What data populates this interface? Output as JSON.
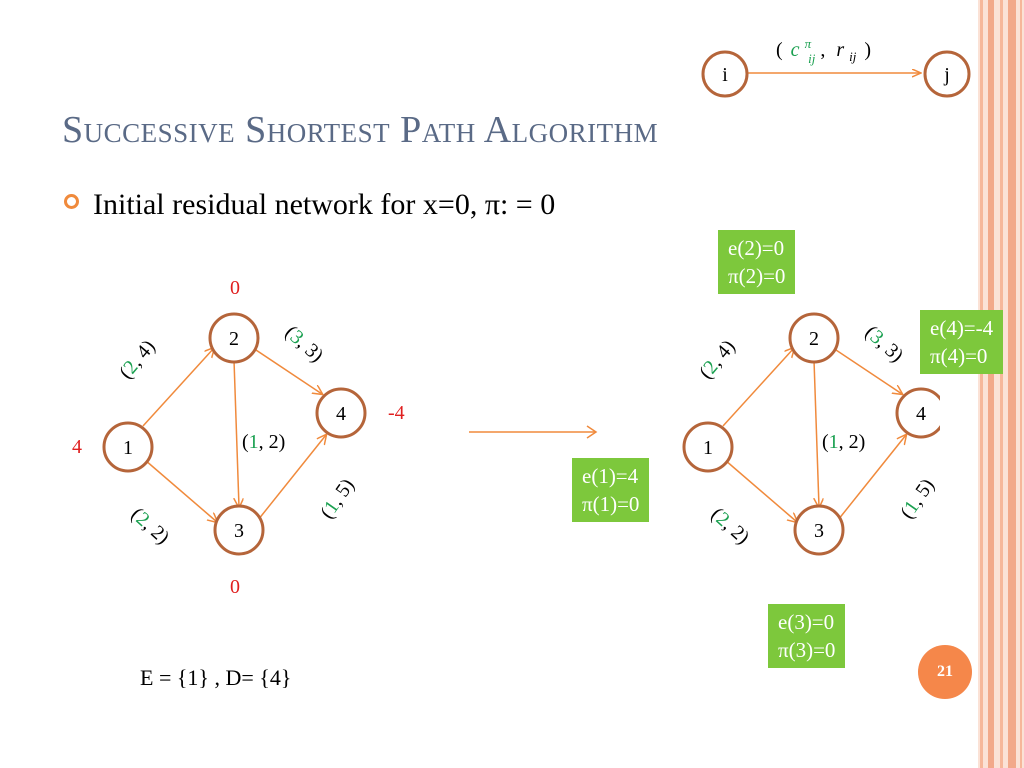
{
  "title": "Successive Shortest Path Algorithm",
  "bullet": "Initial residual network for x=0, π: = 0",
  "legend": {
    "node_i": "i",
    "node_j": "j",
    "open": "(",
    "c": "c",
    "c_sup": "π",
    "c_sub": "ij",
    "comma": ",",
    "r": "r",
    "r_sub": "ij",
    "close": ")"
  },
  "left_graph": {
    "nodes": [
      "1",
      "2",
      "3",
      "4"
    ],
    "supplies": {
      "n1": "4",
      "n2": "0",
      "n3": "0",
      "n4": "-4"
    },
    "edges": {
      "e12": {
        "cost": "2",
        "cap": "4"
      },
      "e24": {
        "cost": "3",
        "cap": "3"
      },
      "e23": {
        "cost": "1",
        "cap": "2"
      },
      "e13": {
        "cost": "2",
        "cap": "2"
      },
      "e34": {
        "cost": "1",
        "cap": "5"
      }
    }
  },
  "right_graph": {
    "nodes": [
      "1",
      "2",
      "3",
      "4"
    ],
    "edges": {
      "e12": {
        "cost": "2",
        "cap": "4"
      },
      "e24": {
        "cost": "3",
        "cap": "3"
      },
      "e23": {
        "cost": "1",
        "cap": "2"
      },
      "e13": {
        "cost": "2",
        "cap": "2"
      },
      "e34": {
        "cost": "1",
        "cap": "5"
      }
    }
  },
  "info_boxes": {
    "n2": {
      "e": "e(2)=0",
      "pi": "π(2)=0"
    },
    "n4": {
      "e": "e(4)=-4",
      "pi": "π(4)=0"
    },
    "n1": {
      "e": "e(1)=4",
      "pi": "π(1)=0"
    },
    "n3": {
      "e": "e(3)=0",
      "pi": "π(3)=0"
    }
  },
  "sets_text": "E = {1} , D= {4}",
  "page_number": "21",
  "colors": {
    "accent": "#f08a3c",
    "title": "#5a6a86",
    "green": "#7dc83c",
    "red": "#e02020",
    "label_green": "#1aa050",
    "node_border": "#b5653a",
    "edge": "#f08a3c",
    "page_badge": "#f5874a"
  }
}
